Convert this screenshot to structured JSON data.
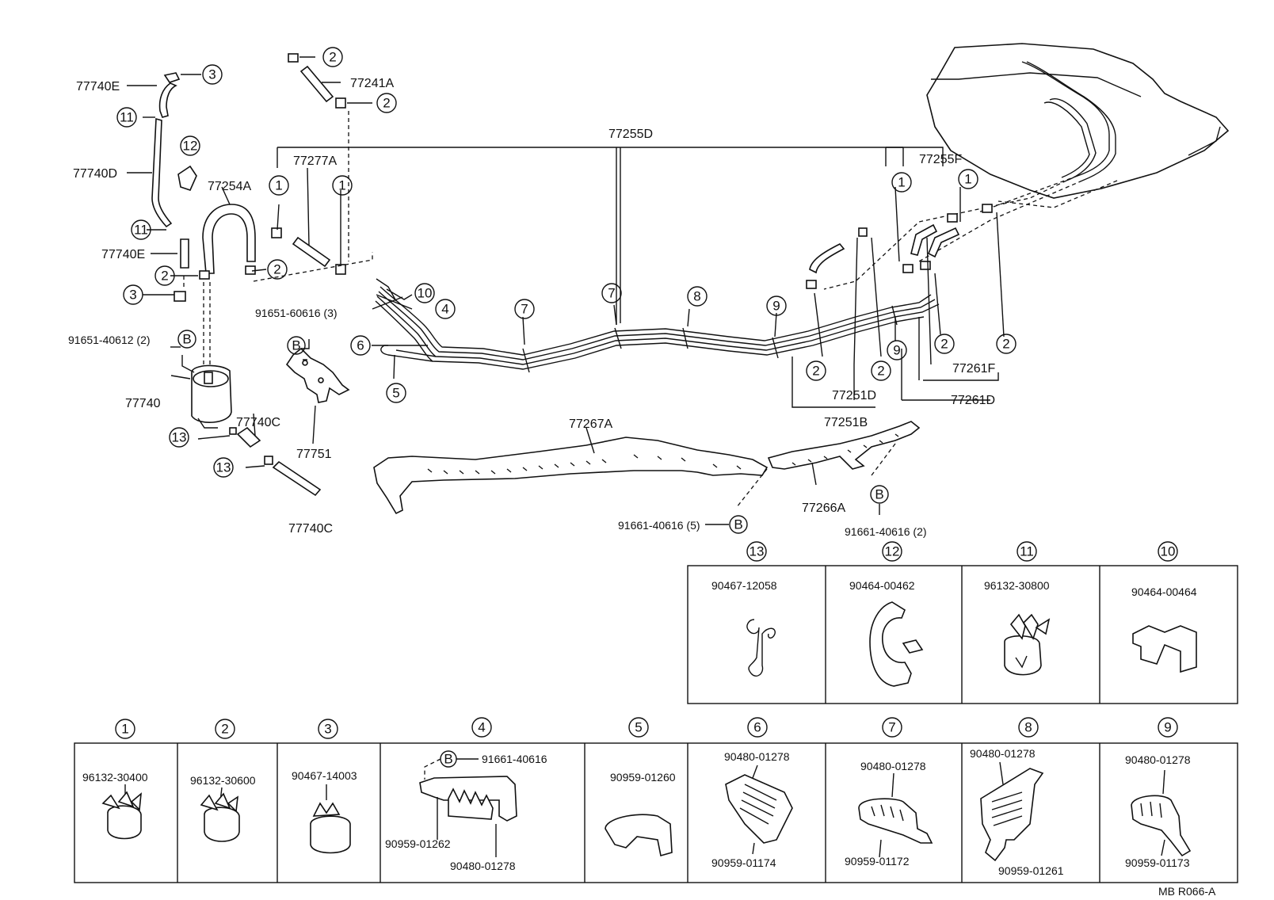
{
  "refs": {
    "c1": "1",
    "c2": "2",
    "c3": "3",
    "c4": "4",
    "c5": "5",
    "c6": "6",
    "c7": "7",
    "c8": "8",
    "c9": "9",
    "c10": "10",
    "c11": "11",
    "c12": "12",
    "c13": "13",
    "cb": "B"
  },
  "labels": {
    "p77740E_top": "77740E",
    "p77740D": "77740D",
    "p77740E_mid": "77740E",
    "p77241A": "77241A",
    "p77277A": "77277A",
    "p77254A": "77254A",
    "p77255D": "77255D",
    "p77255F": "77255F",
    "p91651_40612": "91651-40612 (2)",
    "p91651_60616": "91651-60616 (3)",
    "p77740": "77740",
    "p77740C_a": "77740C",
    "p77740C_b": "77740C",
    "p77751": "77751",
    "p77267A": "77267A",
    "p77266A": "77266A",
    "p91661_40616_5": "91661-40616 (5)",
    "p91661_40616_2": "91661-40616 (2)",
    "p77251D": "77251D",
    "p77251B": "77251B",
    "p77261F": "77261F",
    "p77261D": "77261D"
  },
  "legend_top": [
    {
      "ref": "13",
      "code": "90467-12058"
    },
    {
      "ref": "12",
      "code": "90464-00462"
    },
    {
      "ref": "11",
      "code": "96132-30800"
    },
    {
      "ref": "10",
      "code": "90464-00464"
    }
  ],
  "legend_bottom": [
    {
      "ref": "1",
      "codes": [
        "96132-30400"
      ]
    },
    {
      "ref": "2",
      "codes": [
        "96132-30600"
      ]
    },
    {
      "ref": "3",
      "codes": [
        "90467-14003"
      ]
    },
    {
      "ref": "4",
      "codes": [
        "91661-40616",
        "90959-01262",
        "90480-01278"
      ]
    },
    {
      "ref": "5",
      "codes": [
        "90959-01260"
      ]
    },
    {
      "ref": "6",
      "codes": [
        "90480-01278",
        "90959-01174"
      ]
    },
    {
      "ref": "7",
      "codes": [
        "90480-01278",
        "90959-01172"
      ]
    },
    {
      "ref": "8",
      "codes": [
        "90480-01278",
        "90959-01261"
      ]
    },
    {
      "ref": "9",
      "codes": [
        "90480-01278",
        "90959-01173"
      ]
    }
  ],
  "footer": "MB  R066-A"
}
